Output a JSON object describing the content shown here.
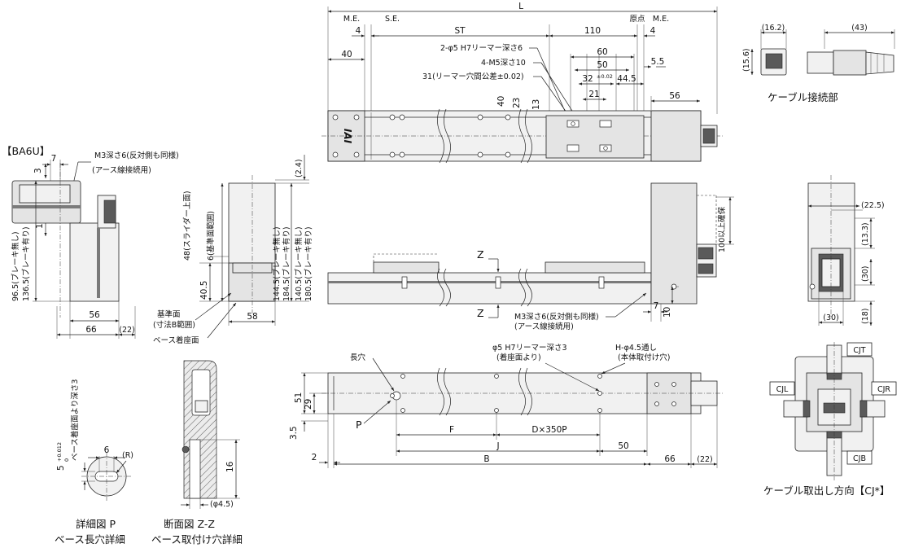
{
  "model_label": "【BA6U】",
  "top_view": {
    "L": "L",
    "ME_left": "M.E.",
    "SE": "S.E.",
    "ST": "ST",
    "dim_110": "110",
    "origin": "原点",
    "ME_right": "M.E.",
    "dim_4a": "4",
    "dim_4b": "4",
    "dim_40": "40",
    "dim_56": "56",
    "dim_60": "60",
    "dim_50": "50",
    "dim_32": "32",
    "dim_32_tol": "±0.02",
    "dim_44_5": "44.5",
    "dim_5_5": "5.5",
    "dim_21": "21",
    "dim_40v": "40",
    "dim_23v": "23",
    "dim_13v": "13",
    "note_pin": "2-φ5 H7リーマー深さ6",
    "note_m5": "4-M5深さ10",
    "note_ream": "31(リーマー穴間公差±0.02)",
    "logo": "IAI"
  },
  "connector": {
    "dim_16_2": "(16.2)",
    "dim_15_6": "(15.6)",
    "dim_43": "(43)",
    "caption": "ケーブル接続部"
  },
  "end_view": {
    "note_m3": "M3深さ6(反対側も同様)",
    "note_m3b": "(アース線接続用)",
    "dim_7": "7",
    "dim_3": "3",
    "dim_10": "10",
    "h_nobrake": "96.5(ブレーキ無し)",
    "h_brake": "136.5(ブレーキ有り)",
    "dim_56": "56",
    "dim_66": "66",
    "dim_22": "(22)"
  },
  "side_view": {
    "dim_2_4": "(2.4)",
    "note_48": "48(スライダー上面)",
    "note_6": "6(基準面範囲)",
    "dim_40_5": "40.5",
    "h1_nobrake": "144.5(ブレーキ無し)",
    "h1_brake": "184.5(ブレーキ有り)",
    "h2_nobrake": "140.5(ブレーキ無し)",
    "h2_brake": "180.5(ブレーキ有り)",
    "ref_face": "基準面",
    "ref_range": "(寸法B範囲)",
    "base_face": "ベース着座面",
    "dim_58": "58"
  },
  "front_view": {
    "z_top": "Z",
    "z_bottom": "Z",
    "note_100": "100以上確保",
    "note_m3": "M3深さ6(反対側も同様)",
    "note_m3b": "(アース線接続用)",
    "dim_7": "7",
    "dim_10": "10"
  },
  "right_view": {
    "dim_22_5": "(22.5)",
    "dim_13_3": "(13.3)",
    "dim_30v": "(30)",
    "dim_30h": "(30)",
    "dim_18": "(18)"
  },
  "bottom_view": {
    "slot": "長穴",
    "P": "P",
    "note_pin": "φ5 H7リーマー深さ3",
    "note_pin2": "(着座面より)",
    "note_h": "H-φ4.5通し",
    "note_h2": "(本体取付け穴)",
    "dim_51": "51",
    "dim_29": "29",
    "dim_3_5": "3.5",
    "dim_2": "2",
    "F": "F",
    "DxP": "D×350P",
    "J": "J",
    "dim_50": "50",
    "B": "B",
    "dim_66": "66",
    "dim_22": "(22)"
  },
  "detail_p": {
    "dim_5": "5",
    "tol_upper": "+0.012",
    "tol_lower": "0",
    "note": "ベース着座面より深さ3",
    "dim_6": "6",
    "R": "(R)",
    "caption1": "詳細図 P",
    "caption2": "ベース長穴詳細"
  },
  "section_z": {
    "dim_16": "16",
    "dim_4_5": "(φ4.5)",
    "caption1": "断面図 Z-Z",
    "caption2": "ベース取付け穴詳細"
  },
  "cable_dir": {
    "CJT": "CJT",
    "CJL": "CJL",
    "CJR": "CJR",
    "CJB": "CJB",
    "caption": "ケーブル取出し方向【CJ*】"
  }
}
